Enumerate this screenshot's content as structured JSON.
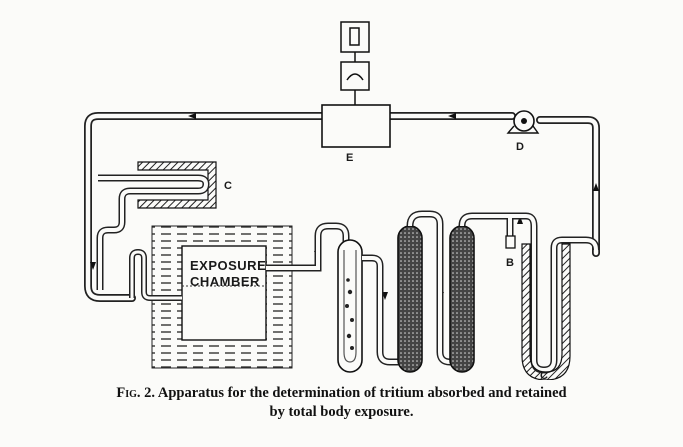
{
  "diagram": {
    "labels": {
      "e": "E",
      "d": "D",
      "c_top": "C",
      "c_bottom": "C",
      "b": "B",
      "chamber_line1": "EXPOSURE",
      "chamber_line2": "CHAMBER"
    }
  },
  "caption": {
    "fig_label": "Fig. 2.",
    "line1": "Apparatus for the determination of tritium absorbed and retained",
    "line2": "by total body exposure."
  }
}
